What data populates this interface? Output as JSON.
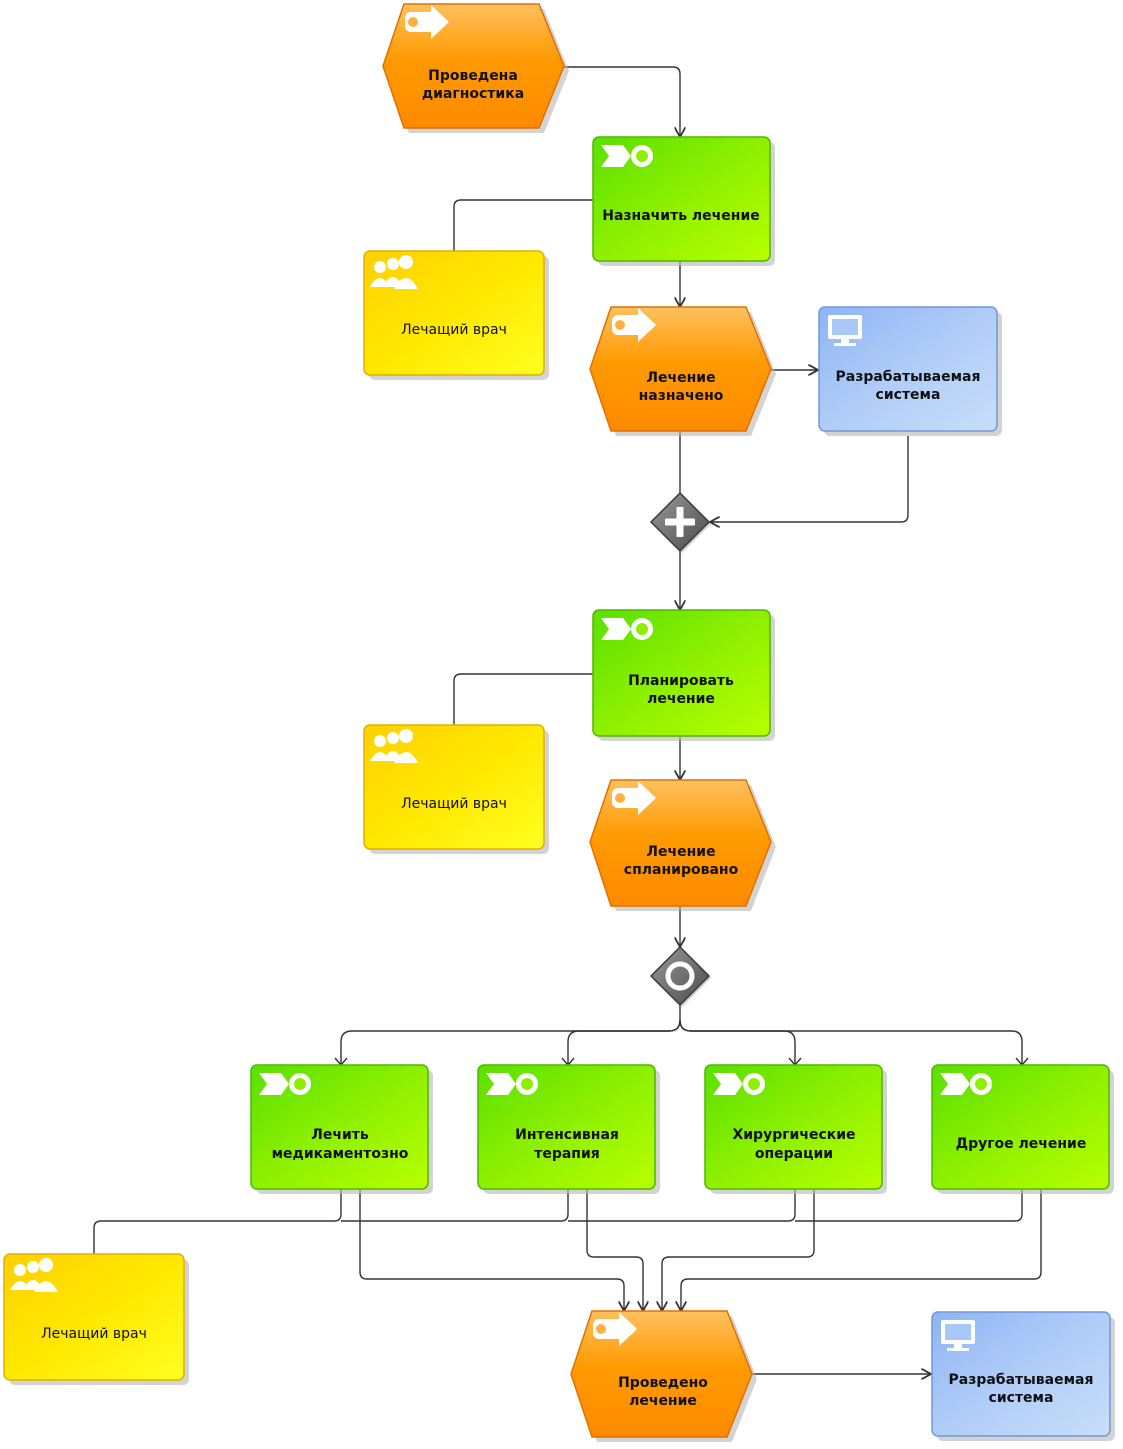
{
  "diagram": {
    "colors": {
      "event": "#ff9a00",
      "function": "#7fe000",
      "role": "#ffe000",
      "system": "#a8c8f8",
      "gateway": "#6a6a6a"
    },
    "events": [
      {
        "id": "e1",
        "lines": [
          "Проведена",
          "диагностика"
        ]
      },
      {
        "id": "e2",
        "lines": [
          "Лечение",
          "назначено"
        ]
      },
      {
        "id": "e3",
        "lines": [
          "Лечение",
          "спланировано"
        ]
      },
      {
        "id": "e4",
        "lines": [
          "Проведено",
          "лечение"
        ]
      }
    ],
    "functions": [
      {
        "id": "f1",
        "lines": [
          "Назначить лечение"
        ]
      },
      {
        "id": "f2",
        "lines": [
          "Планировать",
          "лечение"
        ]
      },
      {
        "id": "f3",
        "lines": [
          "Лечить",
          "медикаментозно"
        ]
      },
      {
        "id": "f4",
        "lines": [
          "Интенсивная",
          "терапия"
        ]
      },
      {
        "id": "f5",
        "lines": [
          "Хирургические",
          "операции"
        ]
      },
      {
        "id": "f6",
        "lines": [
          "Другое лечение"
        ]
      }
    ],
    "roles": [
      {
        "id": "r1",
        "lines": [
          "Лечащий врач"
        ]
      },
      {
        "id": "r2",
        "lines": [
          "Лечащий врач"
        ]
      },
      {
        "id": "r3",
        "lines": [
          "Лечащий врач"
        ]
      }
    ],
    "systems": [
      {
        "id": "s1",
        "lines": [
          "Разрабатываемая",
          "система"
        ]
      },
      {
        "id": "s2",
        "lines": [
          "Разрабатываемая",
          "система"
        ]
      }
    ],
    "gateways": [
      {
        "id": "g1",
        "type": "and",
        "icon": "plus-icon"
      },
      {
        "id": "g2",
        "type": "or",
        "icon": "circle-icon"
      }
    ]
  }
}
